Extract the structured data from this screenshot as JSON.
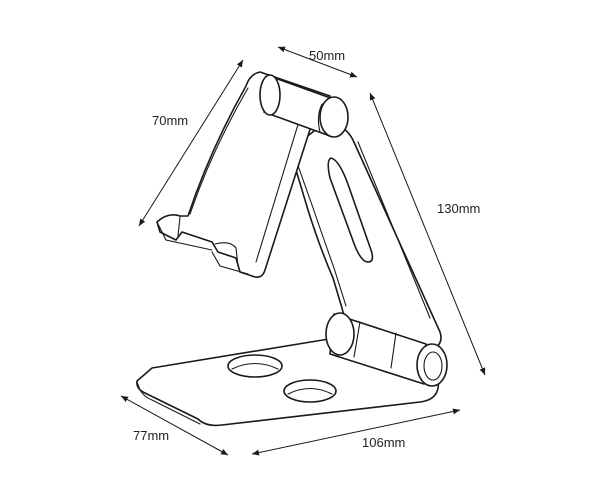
{
  "diagram": {
    "dimensions": {
      "top_width": "50mm",
      "back_height": "70mm",
      "total_height": "130mm",
      "base_depth": "77mm",
      "base_length": "106mm"
    }
  }
}
